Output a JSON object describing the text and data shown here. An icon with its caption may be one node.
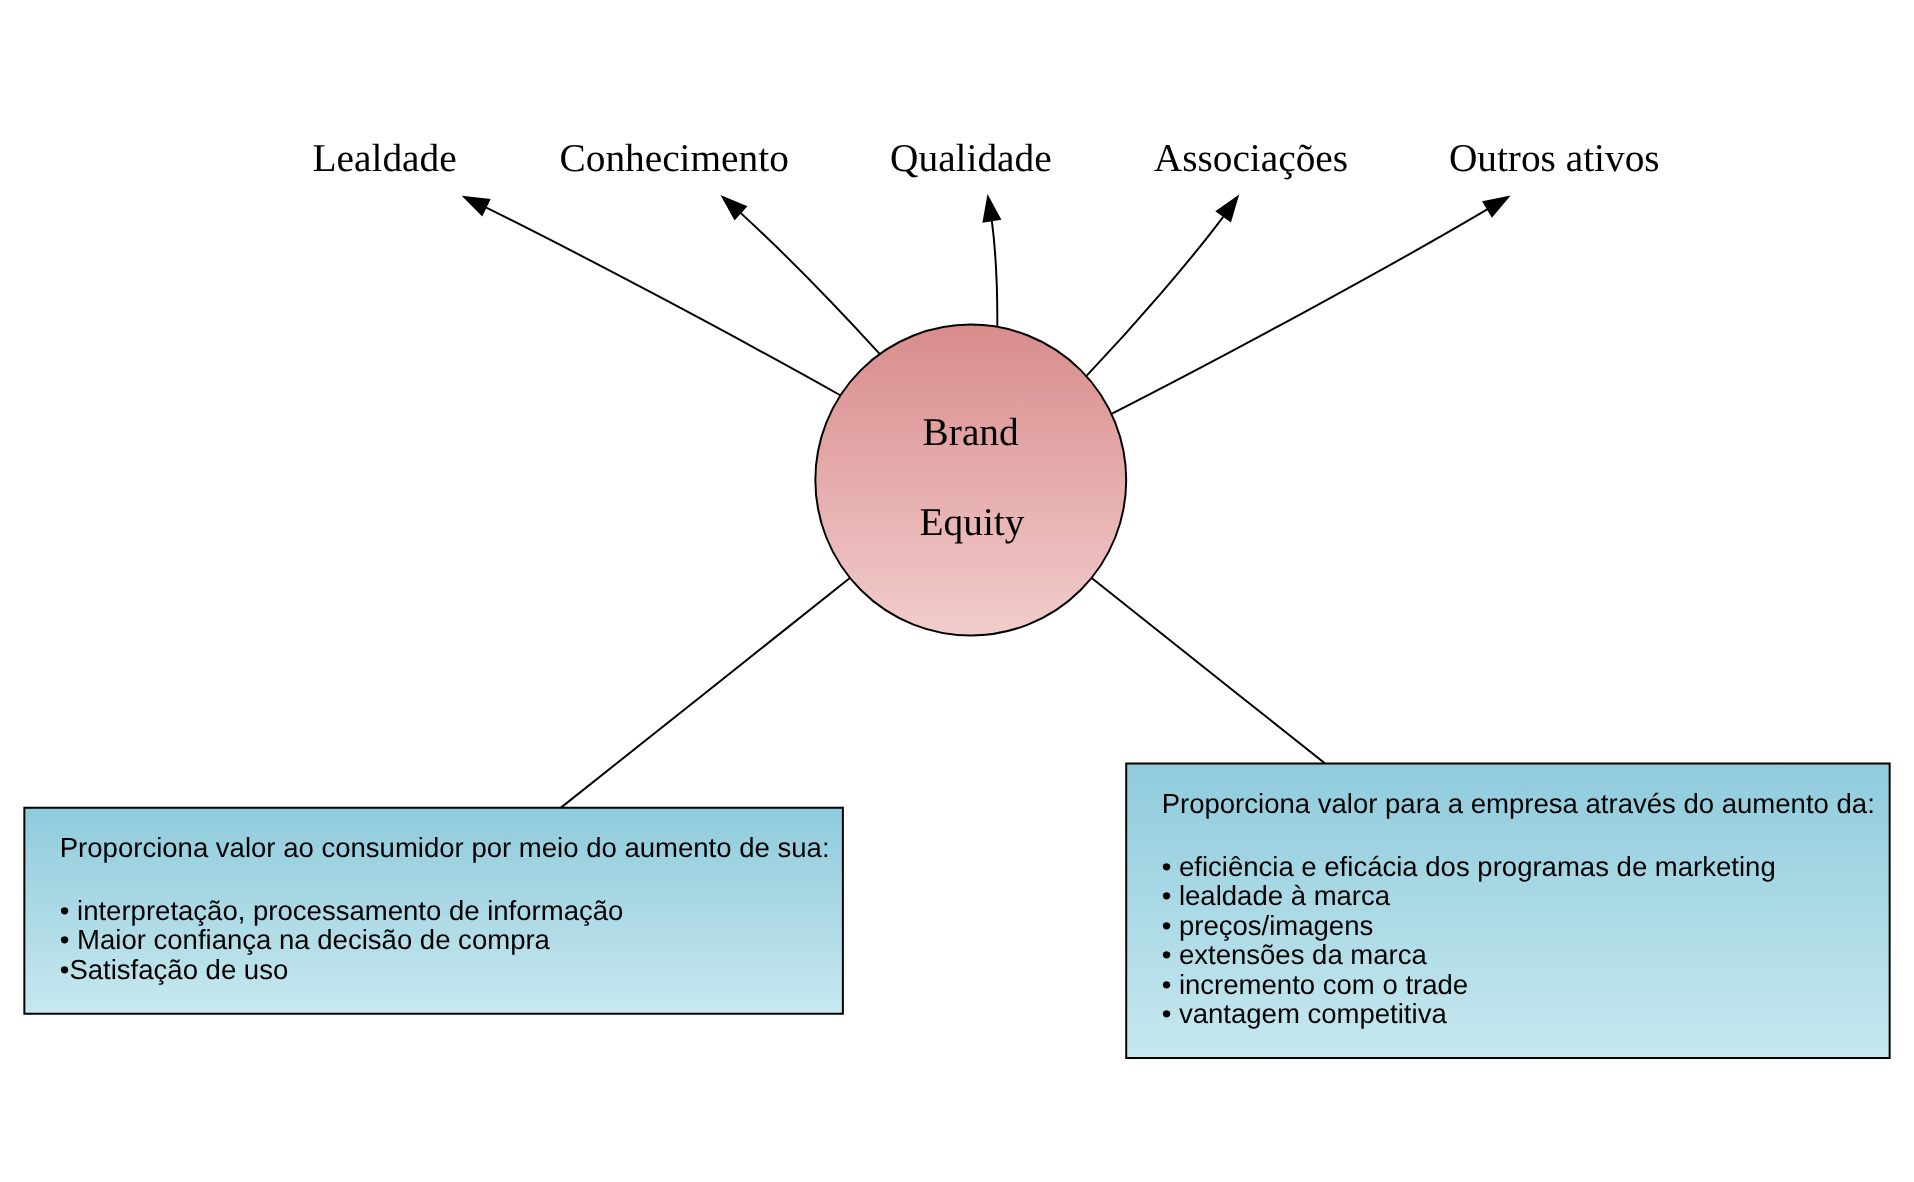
{
  "diagram": {
    "nodes": [
      {
        "text": [
          "Qualidade"
        ]
      },
      {
        "text": [
          "Conhecimento"
        ]
      },
      {
        "text": [
          "Associações"
        ]
      },
      {
        "text": [
          "Lealdade"
        ]
      },
      {
        "text": [
          "Outros ativos"
        ]
      },
      {
        "text": [
          "Brand Equity"
        ]
      },
      {
        "text": [
          "Proporciona valor ao consumidor por meio do aumento de sua:",
          "• interpretação, processamento de informação",
          "• Maior confiança na decisão de compra",
          "•Satisfação de uso"
        ]
      },
      {
        "text": [
          "Proporciona valor para a empresa através do aumento da:",
          "• eficiência e eficácia dos programas de marketing",
          "• lealdade à marca",
          "• preços/imagens",
          "• extensões da marca",
          "• incremento com o *trade*",
          "• vantagem competitiva"
        ]
      }
    ],
    "edges": [
      {
        "from": 5,
        "to": 0,
        "arrow": "to"
      },
      {
        "from": 5,
        "to": 1,
        "arrow": "to"
      },
      {
        "from": 5,
        "to": 2,
        "arrow": "to"
      },
      {
        "from": 5,
        "to": 3,
        "arrow": "to"
      },
      {
        "from": 5,
        "to": 4,
        "arrow": "to"
      },
      {
        "from": 5,
        "to": 6,
        "arrow": "none"
      },
      {
        "from": 5,
        "to": 7,
        "arrow": "none"
      }
    ]
  }
}
